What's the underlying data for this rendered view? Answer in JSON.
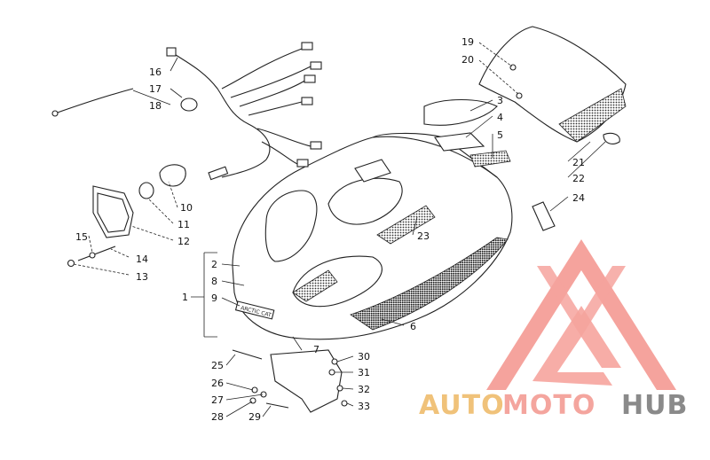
{
  "diagram": {
    "callouts": [
      {
        "id": "c1",
        "label": "1"
      },
      {
        "id": "c2",
        "label": "2"
      },
      {
        "id": "c3",
        "label": "3"
      },
      {
        "id": "c4",
        "label": "4"
      },
      {
        "id": "c5",
        "label": "5"
      },
      {
        "id": "c6",
        "label": "6"
      },
      {
        "id": "c7",
        "label": "7"
      },
      {
        "id": "c8",
        "label": "8"
      },
      {
        "id": "c9",
        "label": "9"
      },
      {
        "id": "c10",
        "label": "10"
      },
      {
        "id": "c11",
        "label": "11"
      },
      {
        "id": "c12",
        "label": "12"
      },
      {
        "id": "c13",
        "label": "13"
      },
      {
        "id": "c14",
        "label": "14"
      },
      {
        "id": "c15",
        "label": "15"
      },
      {
        "id": "c16",
        "label": "16"
      },
      {
        "id": "c17",
        "label": "17"
      },
      {
        "id": "c18",
        "label": "18"
      },
      {
        "id": "c19",
        "label": "19"
      },
      {
        "id": "c20",
        "label": "20"
      },
      {
        "id": "c21",
        "label": "21"
      },
      {
        "id": "c22",
        "label": "22"
      },
      {
        "id": "c23",
        "label": "23"
      },
      {
        "id": "c24",
        "label": "24"
      },
      {
        "id": "c25",
        "label": "25"
      },
      {
        "id": "c26",
        "label": "26"
      },
      {
        "id": "c27",
        "label": "27"
      },
      {
        "id": "c28",
        "label": "28"
      },
      {
        "id": "c29",
        "label": "29"
      },
      {
        "id": "c30",
        "label": "30"
      },
      {
        "id": "c31",
        "label": "31"
      },
      {
        "id": "c32",
        "label": "32"
      },
      {
        "id": "c33",
        "label": "33"
      }
    ]
  },
  "decal_text": "ARCTIC CAT",
  "watermark": {
    "word1": "AUTO",
    "word2": "MOTO",
    "word3": "HUB",
    "color_auto": "#f0c27a",
    "color_moto": "#f4a59e",
    "color_hub": "#8a8a8a",
    "logo_color": "#f59a93"
  }
}
